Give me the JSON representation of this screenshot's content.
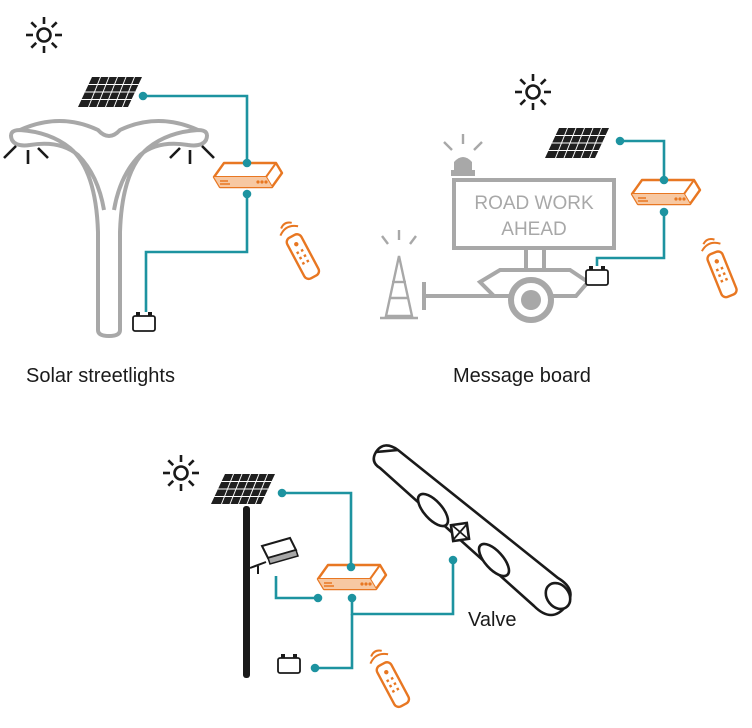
{
  "captions": {
    "streetlights": "Solar streetlights",
    "message_board": "Message board",
    "valve": "Valve"
  },
  "sign": {
    "line1": "ROAD WORK",
    "line2": "AHEAD"
  },
  "colors": {
    "wire": "#1d93a0",
    "controller": "#e87722",
    "structure": "#a8a8a8",
    "outline": "#1a1a1a"
  },
  "icons": [
    "sun-icon",
    "solar-panel-icon",
    "charge-controller-icon",
    "remote-control-icon",
    "battery-icon",
    "light-rays-icon",
    "warning-beacon-icon",
    "traffic-cone-icon",
    "security-camera-icon",
    "valve-icon"
  ]
}
